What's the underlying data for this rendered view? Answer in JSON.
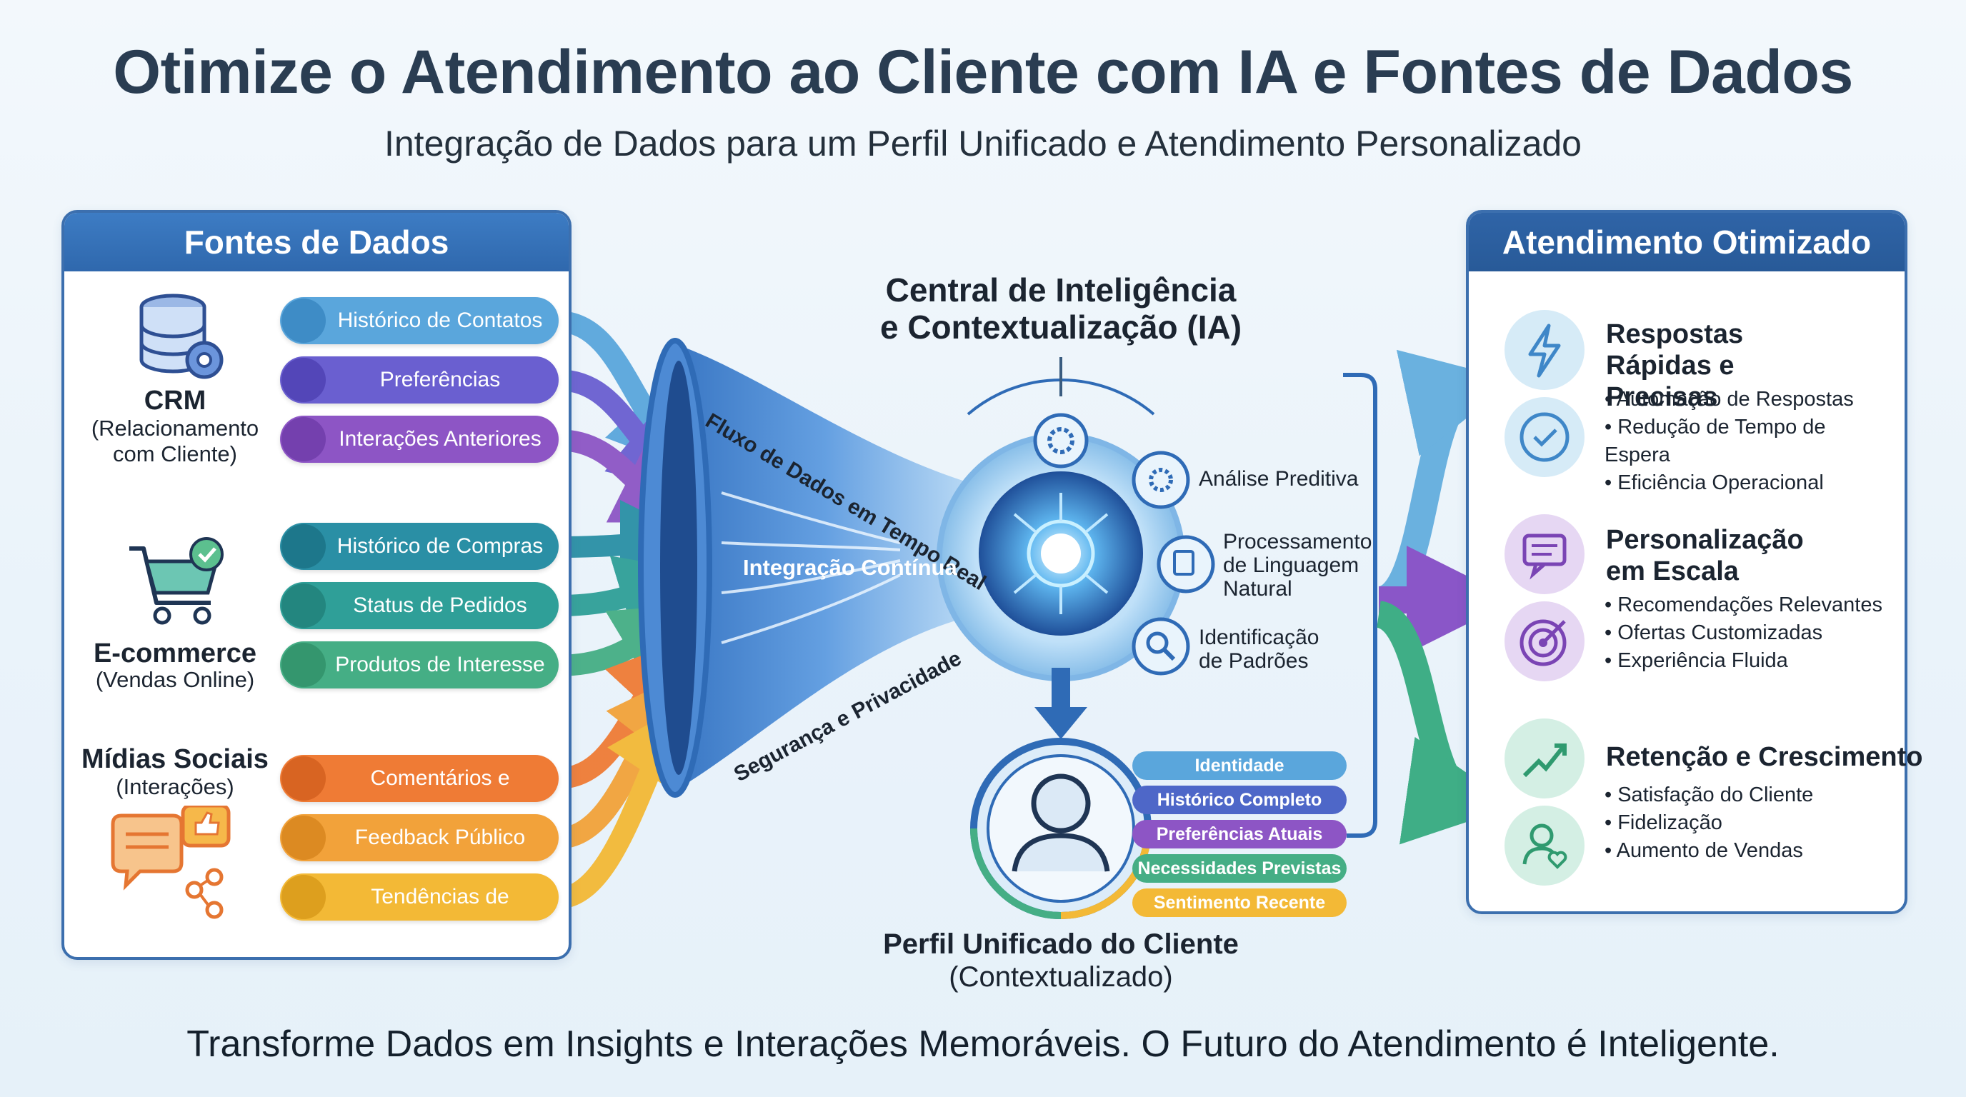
{
  "title": "Otimize o Atendimento ao Cliente com IA e Fontes de Dados",
  "subtitle": "Integração de Dados para um Perfil Unificado e Atendimento Personalizado",
  "footer": "Transforme Dados em Insights e Interações Memoráveis. O Futuro do Atendimento é Inteligente.",
  "sources": {
    "header": "Fontes de Dados",
    "groups": [
      {
        "name": "CRM",
        "sub": "(Relacionamento com Cliente)",
        "icon": "database-gear-icon",
        "items": [
          "Histórico de Contatos",
          "Preferências",
          "Interações Anteriores"
        ]
      },
      {
        "name": "E-commerce",
        "sub": "(Vendas Online)",
        "icon": "shopping-cart-icon",
        "items": [
          "Histórico de Compras",
          "Status de Pedidos",
          "Produtos de Interesse"
        ]
      },
      {
        "name": "Mídias Sociais",
        "sub": "(Interações)",
        "icon": "social-chat-icon",
        "items": [
          "Comentários e Menções",
          "Feedback Público",
          "Tendências de Sentimento"
        ]
      }
    ]
  },
  "funnel": {
    "top_label": "Fluxo de Dados em Tempo Real",
    "center_label": "Integração Contínua",
    "bottom_label": "Segurança e Privacidade"
  },
  "central": {
    "title_line1": "Central de Inteligência",
    "title_line2": "e Contextualização (IA)",
    "features": [
      "Análise Preditiva",
      "Processamento de Linguagem Natural",
      "Identificação de Padrões"
    ]
  },
  "profile": {
    "title": "Perfil Unificado do Cliente",
    "sub": "(Contextualizado)",
    "tags": [
      "Identidade",
      "Histórico Completo",
      "Preferências Atuais",
      "Necessidades Previstas",
      "Sentimento Recente"
    ]
  },
  "outcomes": {
    "header": "Atendimento Otimizado",
    "items": [
      {
        "title": "Respostas Rápidas e Precisas",
        "bullets": [
          "Automação de Respostas",
          "Redução de Tempo de Espera",
          "Eficiência Operacional"
        ]
      },
      {
        "title": "Personalização em Escala",
        "bullets": [
          "Recomendações Relevantes",
          "Ofertas Customizadas",
          "Experiência Fluida"
        ]
      },
      {
        "title": "Retenção e Crescimento",
        "bullets": [
          "Satisfação do Cliente",
          "Fidelização",
          "Aumento de Vendas"
        ]
      }
    ]
  },
  "colors": {
    "crm": [
      "#5aa6dc",
      "#6a5fd0",
      "#8d55c5"
    ],
    "ecom": [
      "#2a8fa5",
      "#2f9f98",
      "#45ae85"
    ],
    "social": [
      "#ef7b35",
      "#f2a23a",
      "#f3b936"
    ],
    "blue": "#3c6fae",
    "purple": "#8a56c8",
    "green": "#3fae86"
  }
}
